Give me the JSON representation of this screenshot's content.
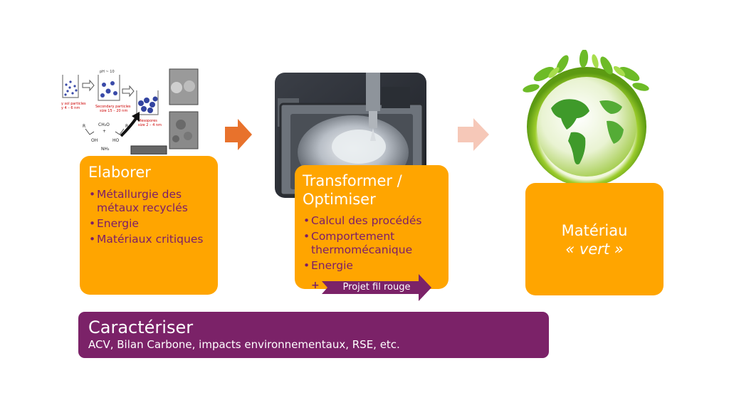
{
  "steps": {
    "elaborer": {
      "title": "Elaborer",
      "bullets": [
        "Métallurgie des métaux recyclés",
        "Energie",
        "Matériaux critiques"
      ]
    },
    "transformer": {
      "title_line1": "Transformer /",
      "title_line2": "Optimiser",
      "bullets": [
        "Calcul des procédés",
        "Comportement thermomécanique",
        "Energie"
      ],
      "tag": "Projet fil rouge"
    },
    "materiau": {
      "line1": "Matériau",
      "line2": "« vert »"
    }
  },
  "caracteriser": {
    "title": "Caractériser",
    "subtitle": "ACV, Bilan Carbone, impacts environnementaux, RSE, etc."
  },
  "image_labels": {
    "secondary": "Secondary particles",
    "secondary_size": "size 15 – 20 nm",
    "mesopores": "Mesopores",
    "mesopores_size": "size 2 – 4 nm",
    "ph": "pH ~ 10",
    "primary": "y sol particles",
    "primary_size": "y 4 – 6 nm",
    "chem_center": "CH₂O",
    "chem_oh": "OH",
    "chem_ho": "HO",
    "chem_nh3": "NH₃",
    "chem_r": "R",
    "chem_plus": "+"
  },
  "colors": {
    "orange": "#FFA500",
    "purple": "#7B2268",
    "bullet_text": "#7B1C6A",
    "arrow1": "#E8722C",
    "arrow2": "#F6C8B8"
  }
}
